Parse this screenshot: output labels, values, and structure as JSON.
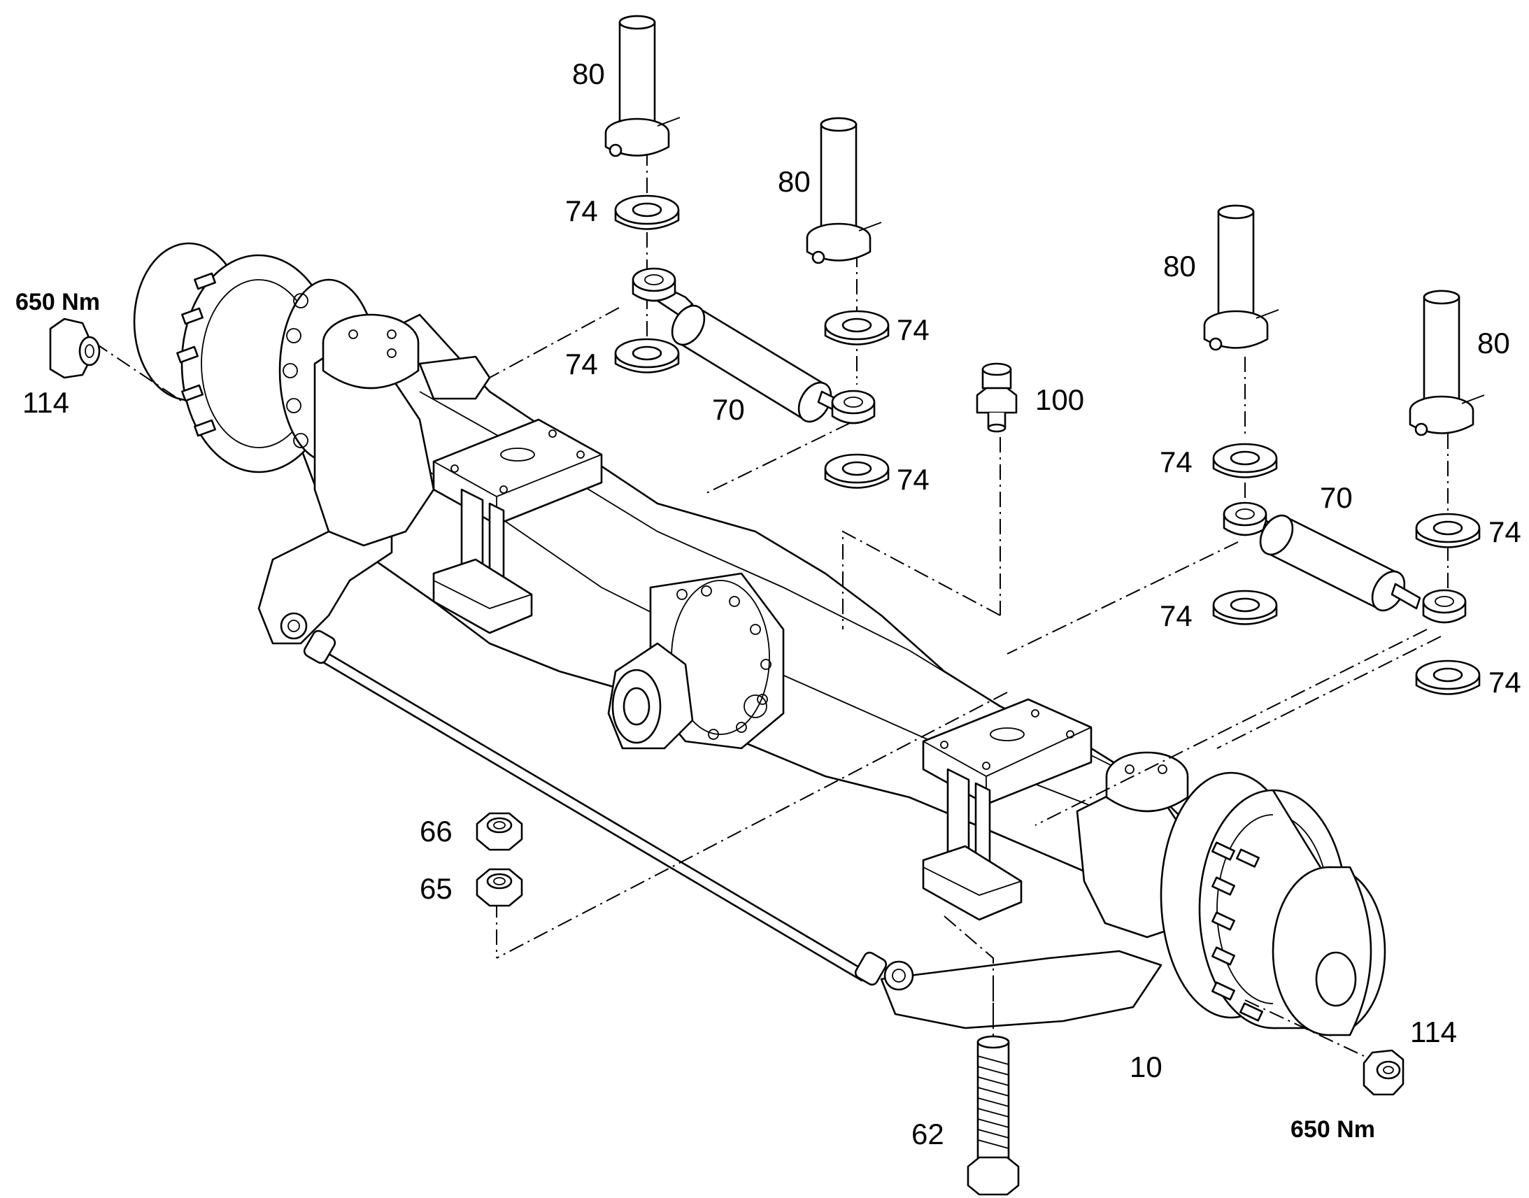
{
  "labels": {
    "pin_1": "80",
    "pin_2": "80",
    "pin_3": "80",
    "pin_4": "80",
    "washer_1": "74",
    "washer_2": "74",
    "washer_3": "74",
    "washer_4": "74",
    "washer_5": "74",
    "washer_6": "74",
    "washer_7": "74",
    "washer_8": "74",
    "cylinder_1": "70",
    "cylinder_2": "70",
    "fitting": "100",
    "nut_left": "114",
    "nut_right": "114",
    "nut_66": "66",
    "nut_65": "65",
    "bolt": "62",
    "axle": "10"
  },
  "torque": {
    "left": "650 Nm",
    "right": "650 Nm"
  }
}
